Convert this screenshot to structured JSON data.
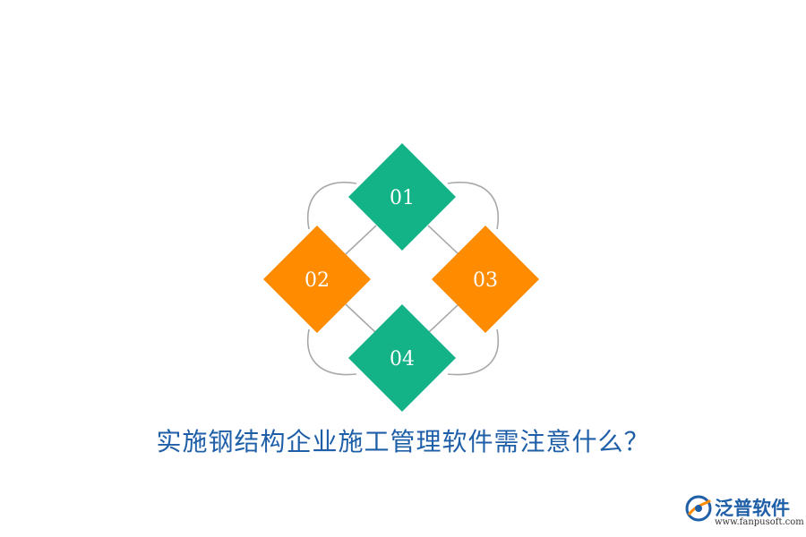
{
  "title": "实施钢结构企业施工管理软件需注意什么？",
  "nodes": [
    {
      "id": "n1",
      "label": "01",
      "color": "#14b287"
    },
    {
      "id": "n2",
      "label": "02",
      "color": "#ff8c00"
    },
    {
      "id": "n3",
      "label": "03",
      "color": "#ff8c00"
    },
    {
      "id": "n4",
      "label": "04",
      "color": "#14b287"
    }
  ],
  "connector_color": "#a8a8a8",
  "title_color": "#1f5fa8",
  "logo": {
    "name": "泛普软件",
    "url": "www.fanpusoft.com"
  }
}
